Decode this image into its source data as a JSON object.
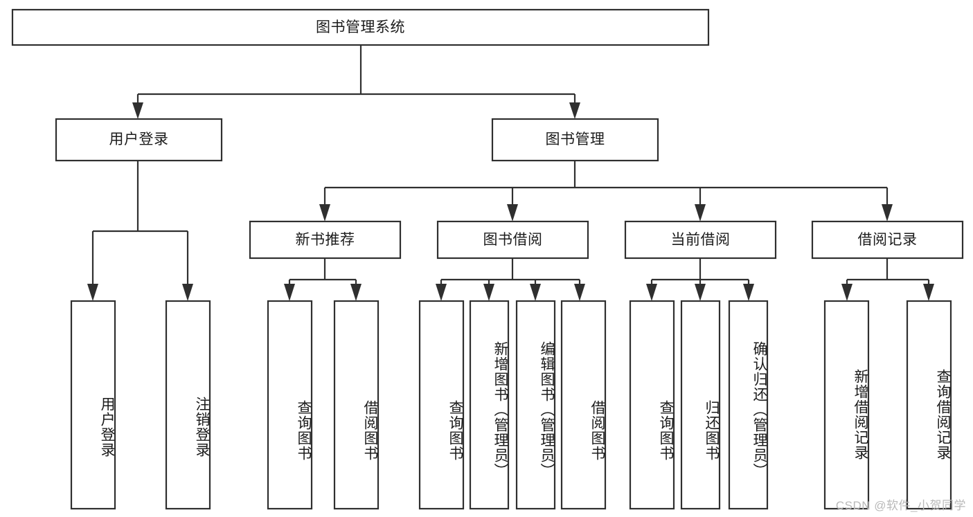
{
  "diagram": {
    "title": "图书管理系统",
    "type": "tree",
    "colors": {
      "background": "#ffffff",
      "box_fill": "#ffffff",
      "box_stroke": "#2f2f2f",
      "text": "#1b1b1b",
      "watermark": "#b9b9b9"
    },
    "levels": {
      "root": {
        "label": "图书管理系统"
      },
      "level2": [
        {
          "id": "user-login",
          "label": "用户登录"
        },
        {
          "id": "book-management",
          "label": "图书管理"
        }
      ],
      "level3": [
        {
          "id": "new-book-recommend",
          "label": "新书推荐"
        },
        {
          "id": "book-borrow",
          "label": "图书借阅"
        },
        {
          "id": "current-borrow",
          "label": "当前借阅"
        },
        {
          "id": "borrow-record",
          "label": "借阅记录"
        }
      ],
      "leaves": {
        "user-login": [
          {
            "id": "leaf-user-login",
            "label": "用户登录"
          },
          {
            "id": "leaf-logout-login",
            "label": "注销登录"
          }
        ],
        "new-book-recommend": [
          {
            "id": "leaf-query-book-1",
            "label": "查询图书"
          },
          {
            "id": "leaf-borrow-book-1",
            "label": "借阅图书"
          }
        ],
        "book-borrow": [
          {
            "id": "leaf-query-book-2",
            "label": "查询图书"
          },
          {
            "id": "leaf-add-book-admin",
            "label": "新增图书（管理员）"
          },
          {
            "id": "leaf-edit-book-admin",
            "label": "编辑图书（管理员）"
          },
          {
            "id": "leaf-borrow-book-2",
            "label": "借阅图书"
          }
        ],
        "current-borrow": [
          {
            "id": "leaf-query-book-3",
            "label": "查询图书"
          },
          {
            "id": "leaf-return-book",
            "label": "归还图书"
          },
          {
            "id": "leaf-confirm-return-admin",
            "label": "确认归还（管理员）"
          }
        ],
        "borrow-record": [
          {
            "id": "leaf-add-borrow-record",
            "label": "新增借阅记录"
          },
          {
            "id": "leaf-query-borrow-record",
            "label": "查询借阅记录"
          }
        ]
      }
    },
    "watermark": "CSDN @软件_小贺同学"
  }
}
